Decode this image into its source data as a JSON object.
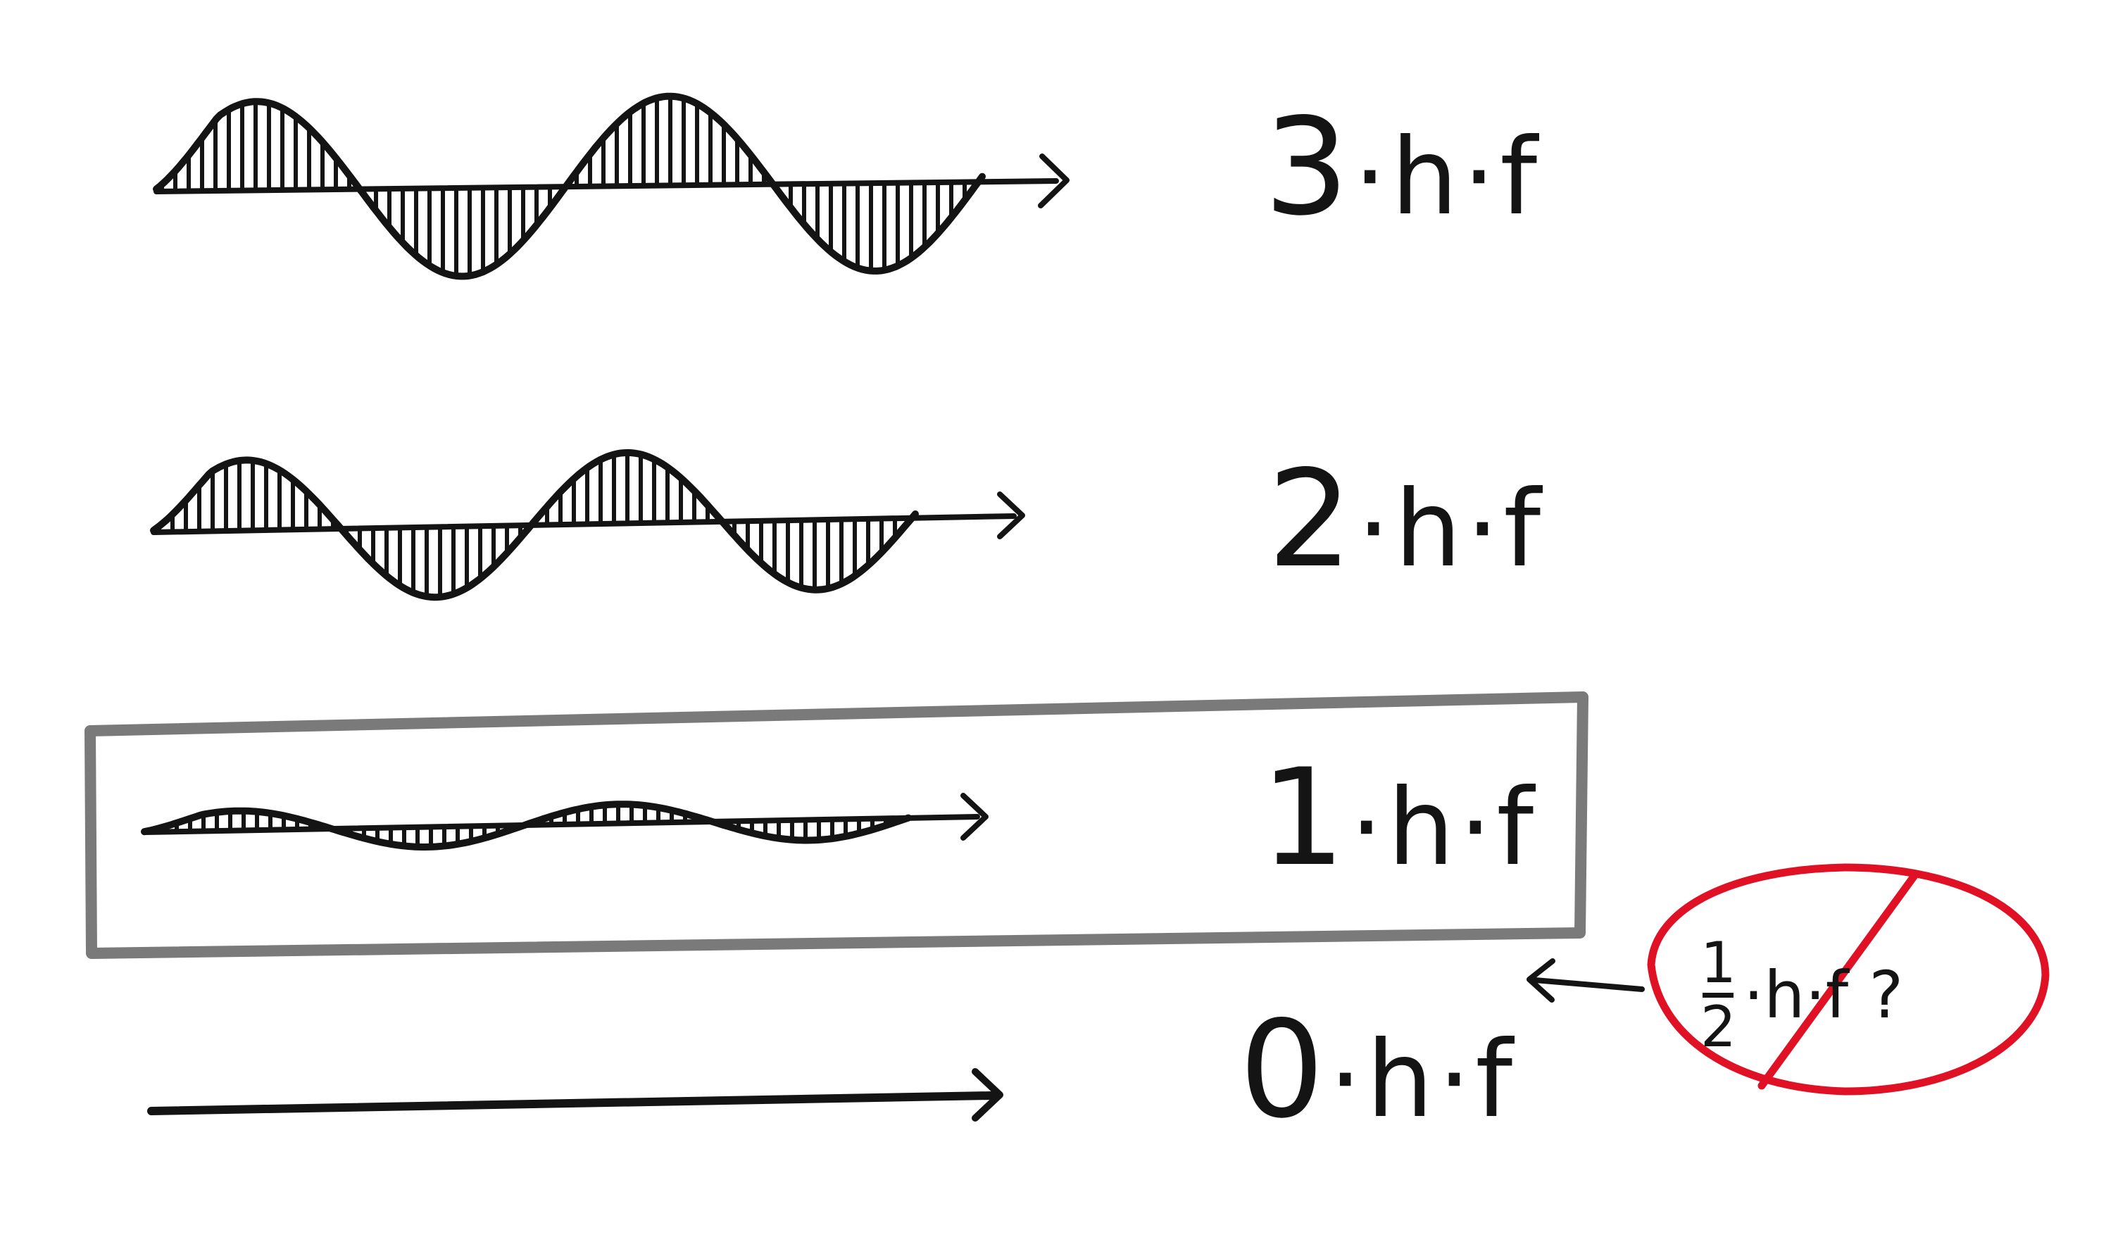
{
  "levels": [
    {
      "n": "3",
      "suffix": "·h·f",
      "amplitude": 3
    },
    {
      "n": "2",
      "suffix": "·h·f",
      "amplitude": 2
    },
    {
      "n": "1",
      "suffix": "·h·f",
      "amplitude": 1,
      "highlighted": true
    },
    {
      "n": "0",
      "suffix": "·h·f",
      "amplitude": 0
    }
  ],
  "rejected": {
    "numerator": "1",
    "denominator": "2",
    "rest": "·h·f ?"
  },
  "colors": {
    "ink": "#141414",
    "box": "#7a7a7a",
    "reject": "#e01025"
  }
}
